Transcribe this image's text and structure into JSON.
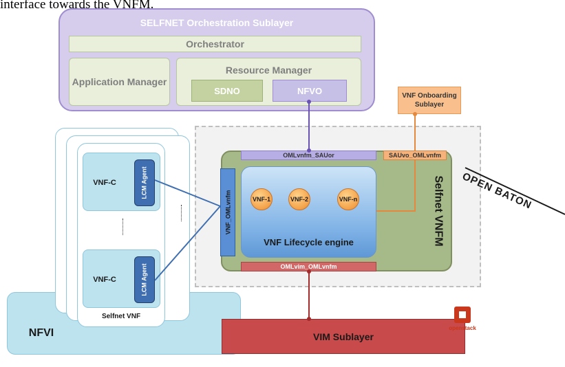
{
  "caption": "interface towards the VNFM.",
  "orchestration": {
    "title": "SELFNET Orchestration Sublayer",
    "orchestrator": "Orchestrator",
    "application_manager": "Application Manager",
    "resource_manager": "Resource Manager",
    "sdno": "SDNO",
    "nfvo": "NFVO"
  },
  "onboarding": "VNF Onboarding Sublayer",
  "vnfm": {
    "title": "Selfnet VNFM",
    "omlvnfm_sauor": "OMLvnfm_SAUor",
    "sauvo_omlvnfm": "SAUvo_OMLvnfm",
    "omlvim_omlvnfm": "OMLvim_OMLvnfm",
    "vnf_omlvnfm": "VNF_OMLvnfm",
    "lifecycle_engine": "VNF Lifecycle engine",
    "vnfs": [
      "VNF-1",
      "VNF-2",
      "VNF-n"
    ]
  },
  "selfnet_vnf": {
    "label": "Selfnet VNF",
    "vnfc": [
      "VNF-C",
      "VNF-C"
    ],
    "agent": "LCM Agent"
  },
  "nfvi": "NFVI",
  "vim": "VIM Sublayer",
  "openstack": "openstack",
  "open_baton": "OPEN BATON",
  "colors": {
    "orchestration_fill": "#d6ccec",
    "vnfm_fill": "#a6b989",
    "vim_fill": "#c94a4a",
    "nfvi_fill": "#bde3ef",
    "onboarding_fill": "#f9c08e",
    "link_purple": "#6a52b3",
    "link_orange": "#e4883d",
    "link_red": "#a32b2b",
    "link_blue": "#3f6fb0"
  }
}
